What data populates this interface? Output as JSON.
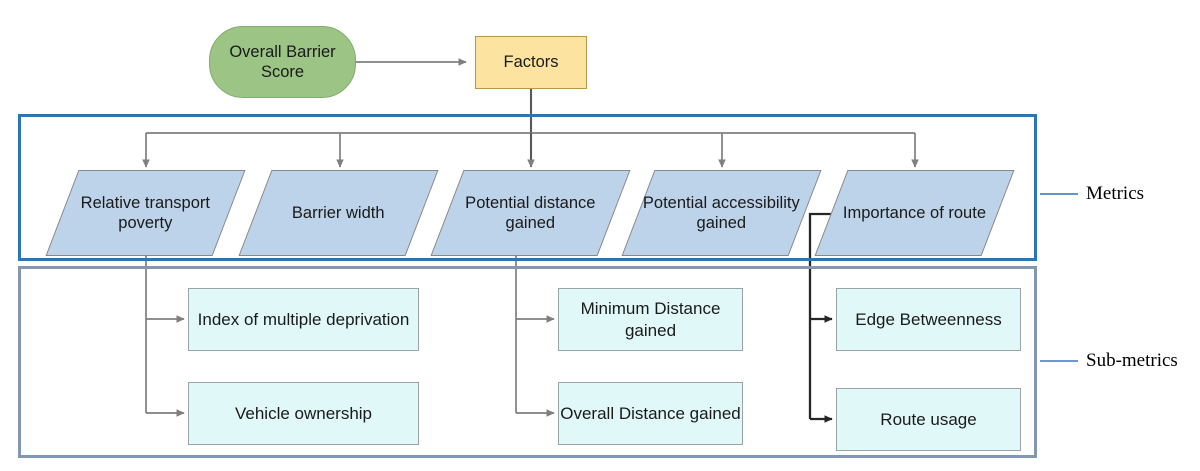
{
  "diagram": {
    "title_node": {
      "label": "Overall Barrier Score",
      "shape": "rounded-rect",
      "color": "#9CC485"
    },
    "factors_node": {
      "label": "Factors",
      "shape": "rect",
      "color": "#FCE3A0"
    },
    "group_labels": {
      "metrics": "Metrics",
      "sub_metrics": "Sub-metrics"
    },
    "group_colors": {
      "metrics_border": "#2E75B6",
      "sub_metrics_border": "#8497B0",
      "metric_fill": "#BDD3E9",
      "sub_metric_fill": "#E1F8F8",
      "start_fill": "#9CC485",
      "factors_fill": "#FCE3A0",
      "connector_gray": "#7F7F7F",
      "connector_dark": "#262626"
    },
    "metrics": [
      {
        "label": "Relative transport poverty"
      },
      {
        "label": "Barrier width"
      },
      {
        "label": "Potential distance gained"
      },
      {
        "label": "Potential accessibility gained"
      },
      {
        "label": "Importance of route"
      }
    ],
    "sub_metrics": [
      {
        "label": "Index of multiple deprivation",
        "parent": "Relative transport poverty"
      },
      {
        "label": "Vehicle ownership",
        "parent": "Relative transport poverty"
      },
      {
        "label": "Minimum Distance gained",
        "parent": "Potential distance gained"
      },
      {
        "label": "Overall Distance gained",
        "parent": "Potential distance gained"
      },
      {
        "label": "Edge Betweenness",
        "parent": "Importance of route"
      },
      {
        "label": "Route usage",
        "parent": "Importance of route"
      }
    ]
  }
}
